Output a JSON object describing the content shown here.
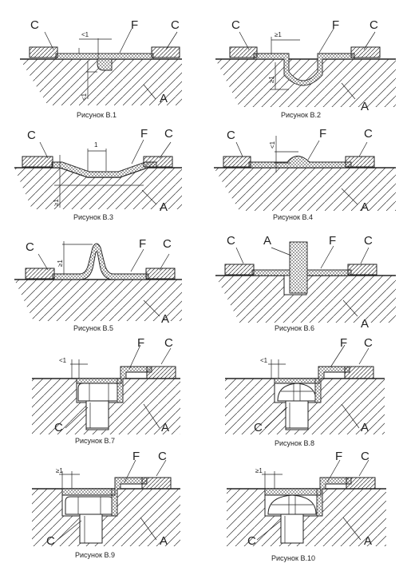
{
  "labels": {
    "c": "C",
    "f": "F",
    "a": "A"
  },
  "dims": {
    "lt1": "<1",
    "ge1": "≥1",
    "one": "1"
  },
  "captions": [
    "Рисунок В.1",
    "Рисунок В.2",
    "Рисунок В.3",
    "Рисунок В.4",
    "Рисунок В.5",
    "Рисунок В.6",
    "Рисунок В.7",
    "Рисунок В.8",
    "Рисунок В.9",
    "Рисунок В.10"
  ]
}
